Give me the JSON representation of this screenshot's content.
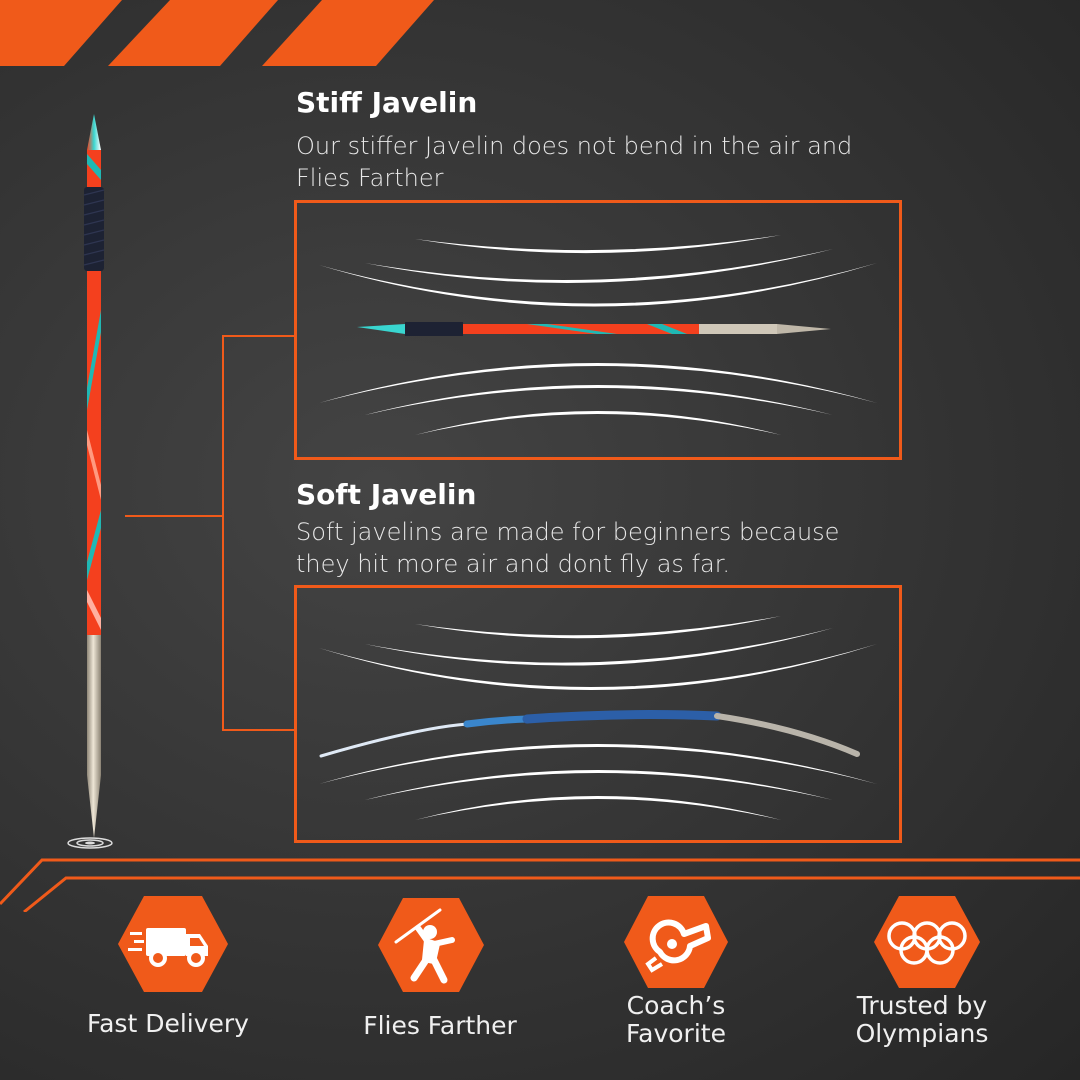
{
  "stiff": {
    "title": "Stiff Javelin",
    "desc_line1": "Our stiffer Javelin does not bend in the air and",
    "desc_line2": "Flies Farther"
  },
  "soft": {
    "title": "Soft Javelin",
    "desc_line1": "Soft javelins are made for beginners because",
    "desc_line2": "they hit more air and dont fly as far."
  },
  "features": [
    {
      "icon": "delivery-truck-icon",
      "line1": "Fast Delivery",
      "line2": ""
    },
    {
      "icon": "javelin-thrower-icon",
      "line1": "Flies Farther",
      "line2": ""
    },
    {
      "icon": "whistle-icon",
      "line1": "Coach’s",
      "line2": "Favorite"
    },
    {
      "icon": "olympic-rings-icon",
      "line1": "Trusted by",
      "line2": "Olympians"
    }
  ],
  "colors": {
    "accent": "#f05a1a",
    "javelin_red": "#f4401e",
    "javelin_teal": "#1fb8b4",
    "grip": "#1d2233",
    "tip_metal": "#cfc7b8",
    "soft_blue": "#2c5fa8"
  }
}
